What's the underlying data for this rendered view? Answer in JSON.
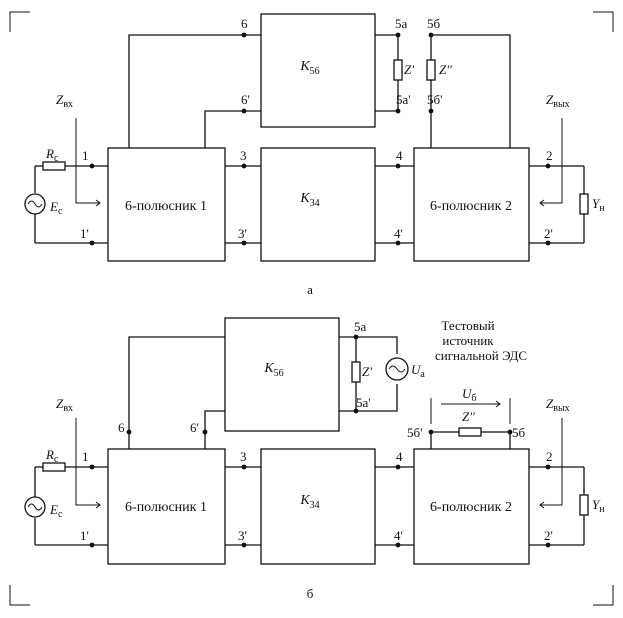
{
  "diagram_a": {
    "caption": "а",
    "blocks": {
      "hex1": "6-полюсник 1",
      "k34": "K",
      "k34_sub": "34",
      "k56": "K",
      "k56_sub": "56",
      "hex2": "6-полюсник 2"
    },
    "nodes": {
      "n1": "1",
      "n1p": "1'",
      "n3": "3",
      "n3p": "3'",
      "n4": "4",
      "n4p": "4'",
      "n6": "6",
      "n6p": "6'",
      "n5a": "5a",
      "n5ap": "5a'",
      "n5b": "5б",
      "n5bp": "5б'",
      "n2": "2",
      "n2p": "2'"
    },
    "components": {
      "zin": "Z",
      "zin_sub": "вх",
      "zout": "Z",
      "zout_sub": "вых",
      "rc": "R",
      "rc_sub": "c",
      "ec": "E",
      "ec_sub": "c",
      "yn": "Y",
      "yn_sub": "н",
      "zprime": "Z'",
      "zdouble": "Z''"
    }
  },
  "diagram_b": {
    "caption": "б",
    "blocks": {
      "hex1": "6-полюсник 1",
      "k34": "K",
      "k34_sub": "34",
      "k56": "K",
      "k56_sub": "56",
      "hex2": "6-полюсник 2"
    },
    "nodes": {
      "n1": "1",
      "n1p": "1'",
      "n3": "3",
      "n3p": "3'",
      "n4": "4",
      "n4p": "4'",
      "n6": "6",
      "n6p": "6'",
      "n5a": "5a",
      "n5ap": "5a'",
      "n5b": "5б",
      "n5bp": "5б'",
      "n2": "2",
      "n2p": "2'"
    },
    "components": {
      "zin": "Z",
      "zin_sub": "вх",
      "zout": "Z",
      "zout_sub": "вых",
      "rc": "R",
      "rc_sub": "c",
      "ec": "E",
      "ec_sub": "c",
      "yn": "Y",
      "yn_sub": "н",
      "zprime": "Z'",
      "zdouble": "Z''",
      "ua": "U",
      "ua_sub": "a",
      "ub": "U",
      "ub_sub": "б"
    },
    "test_source_label": [
      "Тестовый",
      "источник",
      "сигнальной ЭДС"
    ]
  }
}
